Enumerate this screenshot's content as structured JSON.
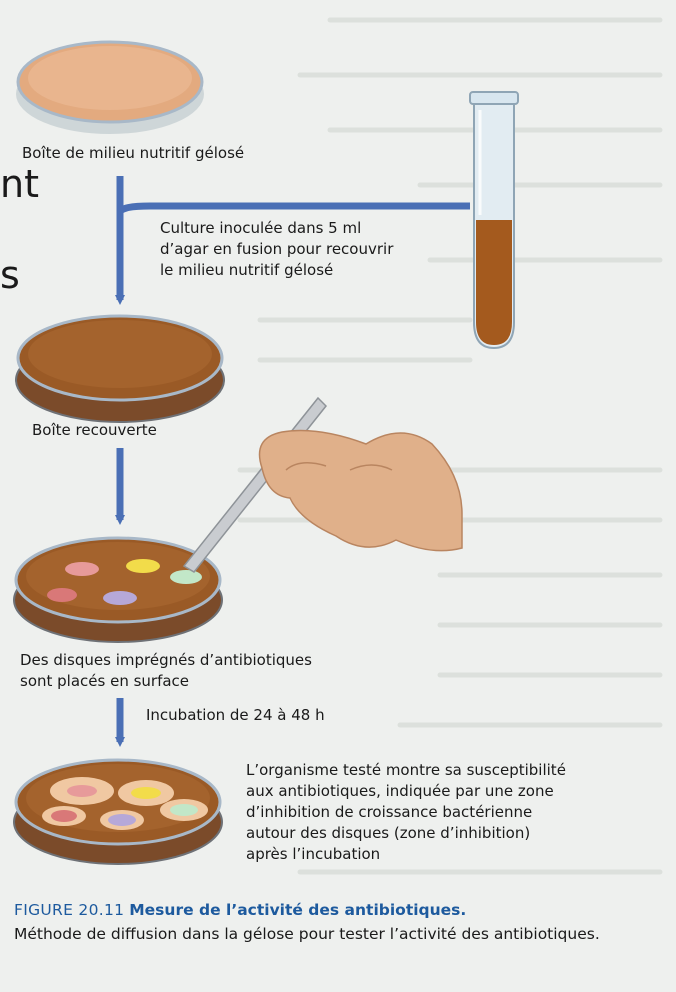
{
  "figure": {
    "left_fragment_1": "nt",
    "left_fragment_2": "s",
    "labels": {
      "plate_1": "Boîte de milieu nutritif gélosé",
      "culture": "Culture inoculée dans 5 ml\nd’agar en fusion pour recouvrir\nle milieu nutritif gélosé",
      "plate_2": "Boîte recouverte",
      "disks": "Des disques imprégnés d’antibiotiques\nsont placés en surface",
      "incubation": "Incubation de 24 à 48 h",
      "result": "L’organisme testé montre sa susceptibilité\naux antibiotiques, indiquée par une zone\nd’inhibition de croissance bactérienne\nautour des disques (zone d’inhibition)\naprès l’incubation"
    },
    "caption": {
      "number": "FIGURE 20.11",
      "title": "Mesure de l’activité des antibiotiques.",
      "text": "Méthode de diffusion dans la gélose pour tester l’activité des antibiotiques."
    },
    "colors": {
      "arrow": "#4a6fb5",
      "caption_heading": "#1d5a9e",
      "agar_light": "#e3aa7f",
      "agar_dark": "#9a5a26",
      "disk_pink": "#e79a9a",
      "disk_yellow": "#f2dc4a",
      "disk_purple": "#b6a8d8",
      "disk_green": "#c2e7c8"
    }
  }
}
